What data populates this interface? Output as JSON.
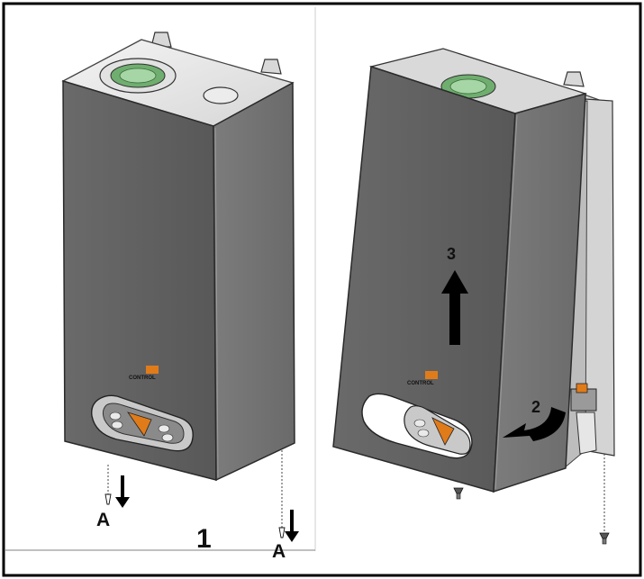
{
  "labels": {
    "screw_a": "A",
    "step_1": "1",
    "step_2": "2",
    "step_3": "3"
  },
  "brand_text": "CONTROL",
  "colors": {
    "case_front": "#5e5e5e",
    "case_side": "#707070",
    "case_top": "#e8e8e8",
    "accent_orange": "#e07b1a",
    "flue_green": "#8ec48e",
    "frame": "#000000"
  }
}
